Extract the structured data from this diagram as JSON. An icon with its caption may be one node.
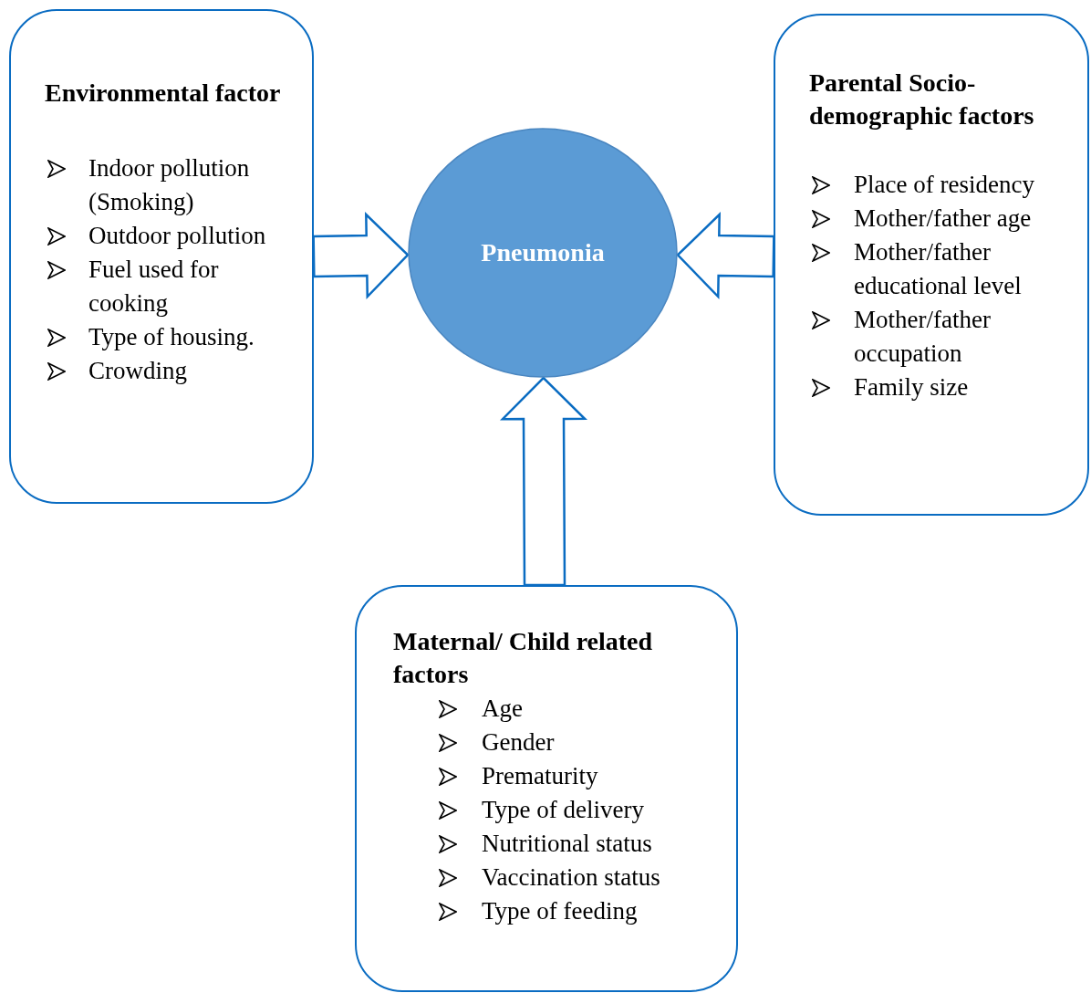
{
  "diagram": {
    "nodes": [
      {
        "text": [
          "Environmental factor",
          "Indoor pollution (Smoking)",
          "Outdoor pollution",
          "Fuel used for cooking",
          "Type of housing.",
          "Crowding"
        ]
      },
      {
        "text": [
          "Pneumonia"
        ]
      },
      {
        "text": [
          "Parental Socio-demographic factors",
          "Place of residency",
          "Mother/father age",
          "Mother/father educational level",
          "Mother/father occupation",
          "Family size"
        ]
      },
      {
        "text": [
          "Maternal/ Child related factors",
          "Age",
          "Gender",
          "Prematurity",
          "Type of delivery",
          "Nutritional status",
          "Vaccination status",
          "Type of feeding"
        ]
      }
    ],
    "edges": [
      {
        "from": 0,
        "to": 1,
        "arrow": "to"
      },
      {
        "from": 2,
        "to": 1,
        "arrow": "to"
      },
      {
        "from": 3,
        "to": 1,
        "arrow": "to"
      }
    ]
  }
}
